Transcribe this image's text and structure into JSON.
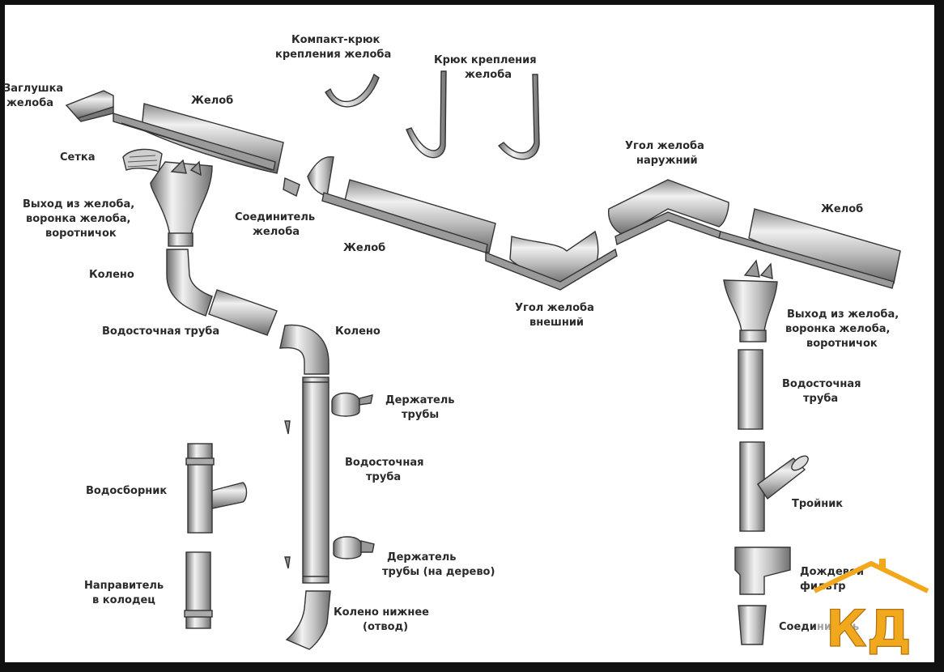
{
  "labels": {
    "zaglushka_1": "Заглушка",
    "zaglushka_2": "желоба",
    "zhelob_top": "Желоб",
    "kompakt_1": "Компакт-крюк",
    "kompakt_2": "крепления желоба",
    "kryuk_1": "Крюк крепления",
    "kryuk_2": "желоба",
    "setka": "Сетка",
    "vykhod_l_1": "Выход из желоба,",
    "vykhod_l_2": "воронка желоба,",
    "vykhod_l_3": "воротничок",
    "soed_1": "Соединитель",
    "soed_2": "желоба",
    "zhelob_mid": "Желоб",
    "ugol_nar_1": "Угол желоба",
    "ugol_nar_2": "наружний",
    "zhelob_right": "Желоб",
    "koleno_1": "Колено",
    "ugol_vn_1": "Угол желоба",
    "ugol_vn_2": "внешний",
    "vodost_1": "Водосточная труба",
    "koleno_2": "Колено",
    "vykhod_r_1": "Выход из желоба,",
    "vykhod_r_2": "воронка желоба,",
    "vykhod_r_3": "воротничок",
    "derzh_1": "Держатель",
    "derzh_2": "трубы",
    "vodost_r_1": "Водосточная",
    "vodost_r_2": "труба",
    "vodost_c_1": "Водосточная",
    "vodost_c_2": "труба",
    "vodosbornik": "Водосборник",
    "troynik": "Тройник",
    "derzh_d_1": "Держатель",
    "derzh_d_2": "трубы (на дерево)",
    "dozhd_1": "Дождевой",
    "dozhd_2": "фильтр",
    "napr_1": "Направитель",
    "napr_2": "в колодец",
    "koleno_n_1": "Колено нижнее",
    "koleno_n_2": "(отвод)",
    "soedin_r": "Соединитель"
  },
  "logo": {
    "text": "КД",
    "color": "#f2a81d"
  },
  "colors": {
    "metal_light": "#e6e6e6",
    "metal_mid": "#b5b5b5",
    "metal_dark": "#6e6e6e",
    "outline": "#333333"
  }
}
